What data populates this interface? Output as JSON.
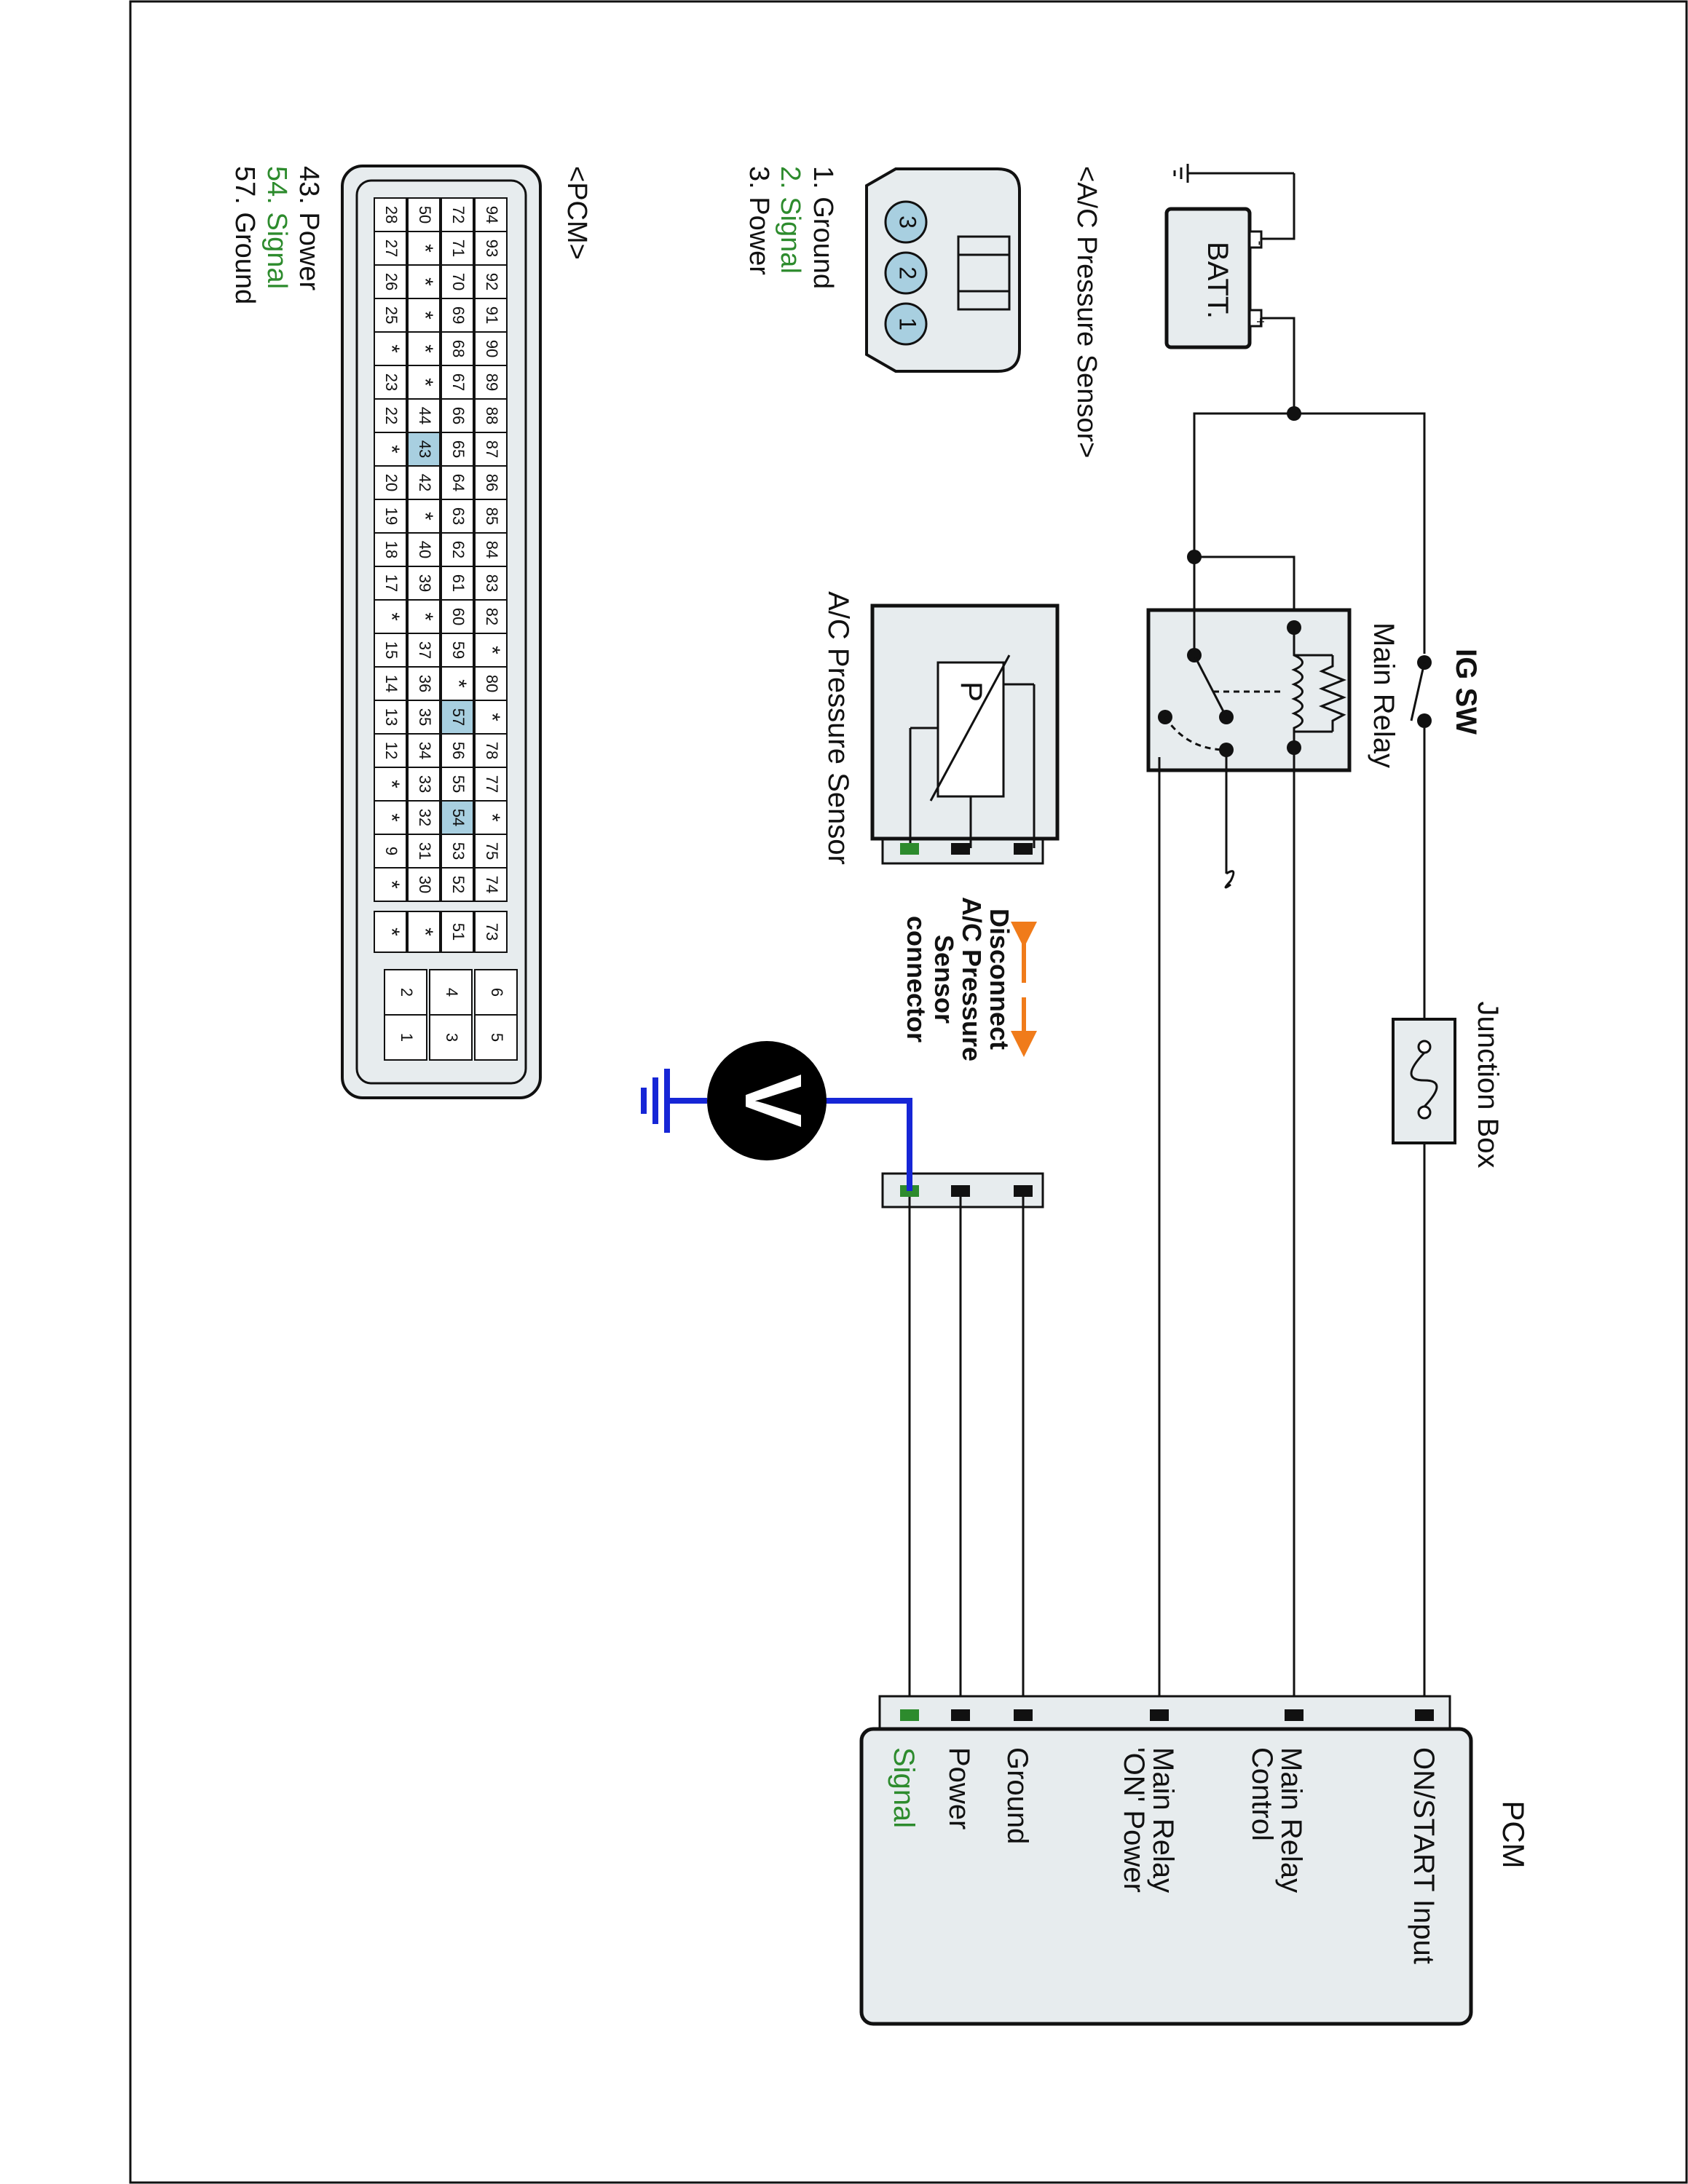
{
  "colors": {
    "signal_green": "#2d8b2d",
    "meter_lead_blue": "#1626d6",
    "disconnect_orange": "#f07b1a",
    "highlight_pin_blue": "#a8cfe0",
    "component_fill": "#e7ecee"
  },
  "labels": {
    "ig_sw": "IG SW",
    "main_relay": "Main Relay",
    "junction_box": "Junction Box",
    "batt": "BATT.",
    "batt_minus": "-",
    "batt_plus": "+",
    "pcm_title": "PCM",
    "pcm_inputs": [
      "ON/START  Input",
      "Main Relay",
      "Control",
      "Main Relay",
      "'ON' Power",
      "Ground",
      "Power",
      "Signal"
    ],
    "ac_sensor_title": "<A/C Pressure Sensor>",
    "ac_sensor_body": "A/C Pressure Sensor",
    "sensor_p": "P",
    "voltmeter": "V",
    "disconnect_note": [
      "Disconnect",
      "A/C Pressure",
      "Sensor",
      "connector"
    ],
    "pcm_connector_title": "<PCM>"
  },
  "sensor_connector": {
    "pins": [
      "1",
      "2",
      "3"
    ],
    "legend": [
      {
        "text": "1. Ground",
        "signal": false
      },
      {
        "text": "2. Signal",
        "signal": true
      },
      {
        "text": "3. Power",
        "signal": false
      }
    ]
  },
  "pcm_connector": {
    "rows": [
      [
        "94",
        "93",
        "92",
        "91",
        "90",
        "89",
        "88",
        "87",
        "86",
        "85",
        "84",
        "83",
        "82",
        "*",
        "80",
        "*",
        "78",
        "77",
        "*",
        "75",
        "74"
      ],
      [
        "72",
        "71",
        "70",
        "69",
        "68",
        "67",
        "66",
        "65",
        "64",
        "63",
        "62",
        "61",
        "60",
        "59",
        "*",
        "57",
        "56",
        "55",
        "54",
        "53",
        "52"
      ],
      [
        "50",
        "*",
        "*",
        "*",
        "*",
        "*",
        "44",
        "43",
        "42",
        "*",
        "40",
        "39",
        "*",
        "37",
        "36",
        "35",
        "34",
        "33",
        "32",
        "31",
        "30"
      ],
      [
        "28",
        "27",
        "26",
        "25",
        "*",
        "23",
        "22",
        "*",
        "20",
        "19",
        "18",
        "17",
        "*",
        "15",
        "14",
        "13",
        "12",
        "*",
        "*",
        "9",
        "*"
      ]
    ],
    "highlighted": [
      "43",
      "57",
      "54"
    ],
    "small_block": [
      "73",
      "51",
      "*",
      "*"
    ],
    "power_block": [
      [
        "6",
        "5"
      ],
      [
        "4",
        "3"
      ],
      [
        "2",
        "1"
      ]
    ],
    "legend": [
      {
        "text": "43. Power",
        "signal": false
      },
      {
        "text": "54. Signal",
        "signal": true
      },
      {
        "text": "57. Ground",
        "signal": false
      }
    ]
  }
}
